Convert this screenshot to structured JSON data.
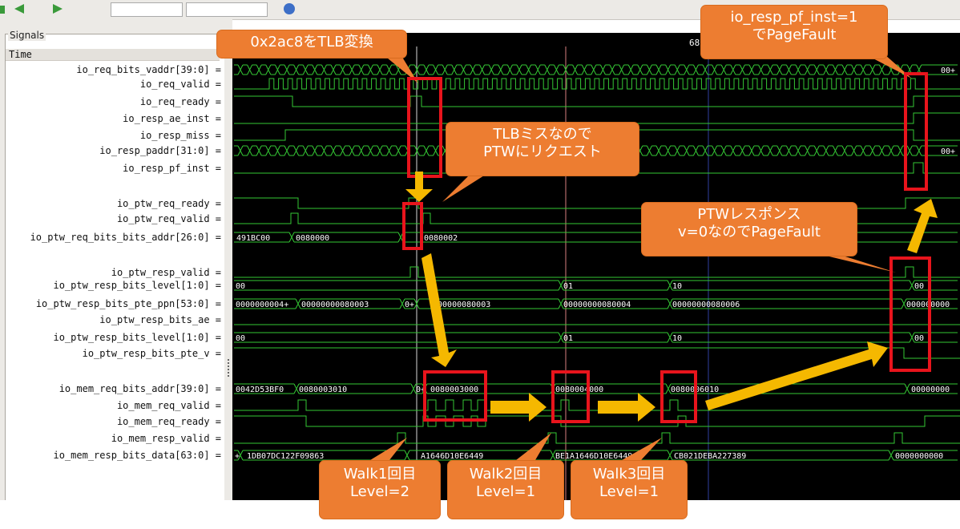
{
  "panel": {
    "title": "Signals",
    "time_header": "Time",
    "time_marker": "68"
  },
  "signals": [
    {
      "name": "io_req_bits_vaddr[39:0]",
      "suffix": "="
    },
    {
      "name": "io_req_valid",
      "suffix": "="
    },
    {
      "name": "io_req_ready",
      "suffix": "="
    },
    {
      "name": "io_resp_ae_inst",
      "suffix": "="
    },
    {
      "name": "io_resp_miss",
      "suffix": "="
    },
    {
      "name": "io_resp_paddr[31:0]",
      "suffix": "="
    },
    {
      "name": "io_resp_pf_inst",
      "suffix": "="
    },
    {
      "name": "io_ptw_req_ready",
      "suffix": "="
    },
    {
      "name": "io_ptw_req_valid",
      "suffix": "="
    },
    {
      "name": "io_ptw_req_bits_bits_addr[26:0]",
      "suffix": "="
    },
    {
      "name": "io_ptw_resp_valid",
      "suffix": "="
    },
    {
      "name": "io_ptw_resp_bits_level[1:0]",
      "suffix": "="
    },
    {
      "name": "io_ptw_resp_bits_pte_ppn[53:0]",
      "suffix": "="
    },
    {
      "name": "io_ptw_resp_bits_ae",
      "suffix": "="
    },
    {
      "name": "io_ptw_resp_bits_level[1:0]",
      "suffix": "="
    },
    {
      "name": "io_ptw_resp_bits_pte_v",
      "suffix": "="
    },
    {
      "name": "io_mem_req_bits_addr[39:0]",
      "suffix": "="
    },
    {
      "name": "io_mem_req_valid",
      "suffix": "="
    },
    {
      "name": "io_mem_req_ready",
      "suffix": "="
    },
    {
      "name": "io_mem_resp_valid",
      "suffix": "="
    },
    {
      "name": "io_mem_resp_bits_data[63:0]",
      "suffix": "="
    }
  ],
  "wave_labels": {
    "vaddr_tail": "00+",
    "paddr_tail": "00+",
    "ptw_addr": [
      "491BC00",
      "0080000",
      "0080002"
    ],
    "ptw_level": [
      "00",
      "01",
      "10",
      "00"
    ],
    "ptw_ppn": [
      "0000000004+",
      "00000000080003",
      "0+",
      "000000080003",
      "00000000080004",
      "00000000080006",
      "000000000"
    ],
    "ptw_level2": [
      "00",
      "01",
      "10",
      "00"
    ],
    "mem_addr": [
      "0042D53BF0",
      "0080003010",
      "0+",
      "0080003000",
      "0080004000",
      "0080006010",
      "00000000"
    ],
    "mem_data": [
      "+",
      "1DB07DC122F09863",
      "A1646D10E6449",
      "BE1A1646D10E6449",
      "CB021DEBA227389",
      "0000000000"
    ]
  },
  "callouts": {
    "tlb": {
      "lines": [
        "0x2ac8をTLB変換"
      ]
    },
    "pf": {
      "lines": [
        "io_resp_pf_inst=1",
        "でPageFault"
      ]
    },
    "miss": {
      "lines": [
        "TLBミスなので",
        "PTWにリクエスト"
      ]
    },
    "ptw_resp": {
      "lines": [
        "PTWレスポンス",
        "v=0なのでPageFault"
      ]
    },
    "walk1": {
      "lines": [
        "Walk1回目",
        "Level=2"
      ]
    },
    "walk2": {
      "lines": [
        "Walk2回目",
        "Level=1"
      ]
    },
    "walk3": {
      "lines": [
        "Walk3回目",
        "Level=1"
      ]
    }
  },
  "colors": {
    "wave": "#35c835",
    "background": "#000000",
    "callout": "#ed7d31",
    "highlight": "#e8141c",
    "arrow": "#f5b800"
  }
}
